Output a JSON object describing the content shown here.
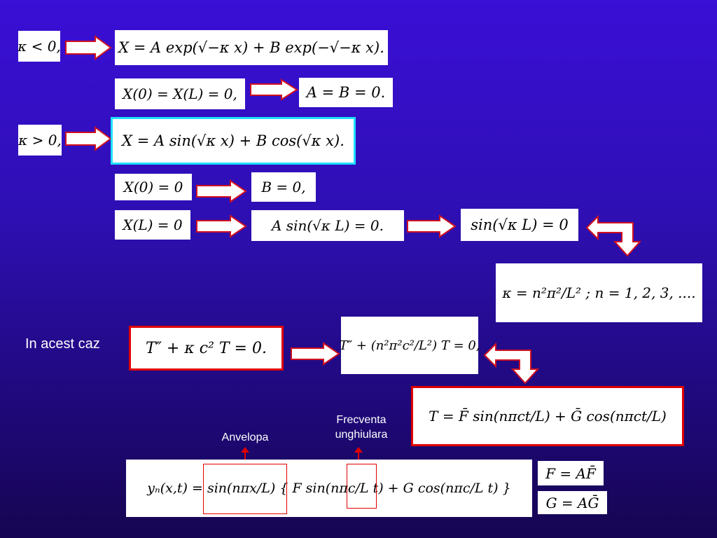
{
  "rows": {
    "r1_cond": "κ < 0,",
    "r1_solution": "X = A exp(√−κ x) + B exp(−√−κ x).",
    "r2_bc": "X(0) = X(L) = 0,",
    "r2_result": "A = B = 0.",
    "r3_cond": "κ > 0,",
    "r3_solution": "X = A sin(√κ x) + B cos(√κ x).",
    "r4_bc": "X(0) = 0",
    "r4_result": "B = 0,",
    "r5_bc": "X(L) = 0",
    "r5_mid": "A sin(√κ L) = 0.",
    "r5_result": "sin(√κ L) = 0",
    "eigen": "κ = n²π²/L² ; n = 1, 2, 3, ....",
    "case_label": "In acest caz",
    "t_equation": "T″ + κ c² T = 0.",
    "t_equation2": "T″ + (n²π²c²/L²) T = 0,",
    "t_solution": "T = F̄ sin(nπct/L) + Ḡ cos(nπct/L)",
    "annot_envelope": "Anvelopa",
    "annot_freq": "Frecventa unghiulara",
    "final": "yₙ(x,t) = sin(nπx/L) { F sin(nπc/L t) + G cos(nπc/L t) }",
    "f_def": "F = AF̄",
    "g_def": "G = AḠ"
  },
  "colors": {
    "highlight_red": "#e00000",
    "highlight_cyan": "#20e0ff",
    "arrow_fill": "#ffffff",
    "arrow_stroke": "#d01020"
  }
}
